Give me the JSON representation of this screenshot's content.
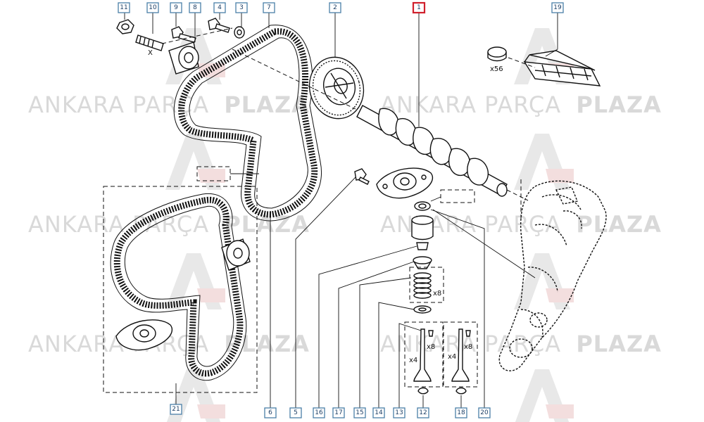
{
  "watermark": {
    "light": "ANKARA PARÇA",
    "bold": "PLAZA",
    "rows": [
      {
        "row": 0,
        "copies": 2
      },
      {
        "row": 1,
        "copies": 2
      },
      {
        "row": 2,
        "copies": 2
      }
    ]
  },
  "callouts": [
    {
      "id": "c11",
      "label": "11"
    },
    {
      "id": "c10",
      "label": "10"
    },
    {
      "id": "c9",
      "label": "9"
    },
    {
      "id": "c8",
      "label": "8"
    },
    {
      "id": "c4",
      "label": "4"
    },
    {
      "id": "c3",
      "label": "3"
    },
    {
      "id": "c7",
      "label": "7"
    },
    {
      "id": "c2",
      "label": "2"
    },
    {
      "id": "c1",
      "label": "1",
      "highlight": true
    },
    {
      "id": "c19",
      "label": "19"
    },
    {
      "id": "c21",
      "label": "21"
    },
    {
      "id": "c6",
      "label": "6"
    },
    {
      "id": "c5",
      "label": "5"
    },
    {
      "id": "c16",
      "label": "16"
    },
    {
      "id": "c17",
      "label": "17"
    },
    {
      "id": "c15",
      "label": "15"
    },
    {
      "id": "c14",
      "label": "14"
    },
    {
      "id": "c13",
      "label": "13"
    },
    {
      "id": "c12",
      "label": "12"
    },
    {
      "id": "c18",
      "label": "18"
    },
    {
      "id": "c20",
      "label": "20"
    }
  ],
  "annotations": {
    "x_mark": "X",
    "qty_lifters": "x56",
    "qty_springs": "x8",
    "qty_keys_left": "x8",
    "qty_keys_right": "x8",
    "qty_valves_left": "x4",
    "qty_valves_right": "x4"
  },
  "colors": {
    "highlight": "#d0202c",
    "callout_border": "#4a7fa8",
    "callout_text": "#1d3f66",
    "watermark": "#d9d9d9"
  }
}
